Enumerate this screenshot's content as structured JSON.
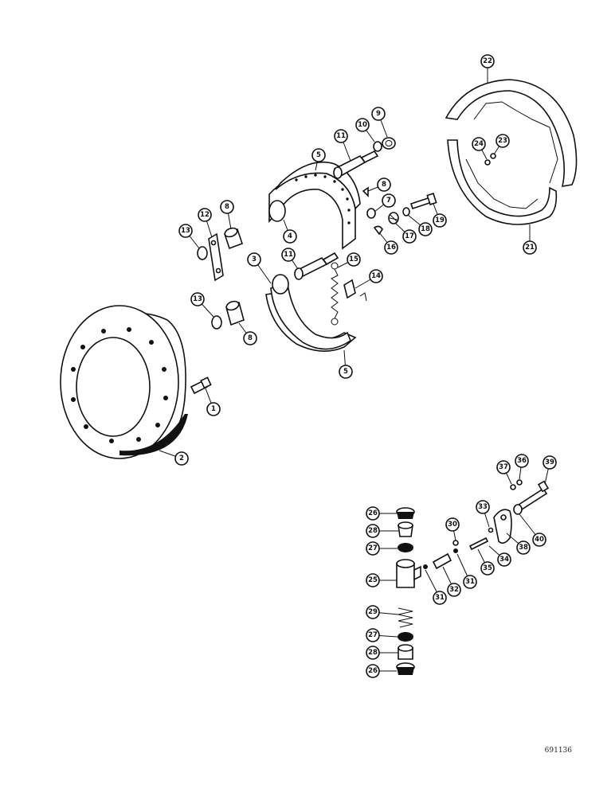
{
  "drawing_number": "691136",
  "callouts": [
    {
      "id": "c-22",
      "label": "22",
      "part": "dust-shield-upper"
    },
    {
      "id": "c-24",
      "label": "24",
      "part": "shield-nut"
    },
    {
      "id": "c-23",
      "label": "23",
      "part": "shield-bolt"
    },
    {
      "id": "c-21",
      "label": "21",
      "part": "dust-shield-lower"
    },
    {
      "id": "c-11a",
      "label": "11",
      "part": "anchor-pin-upper"
    },
    {
      "id": "c-10",
      "label": "10",
      "part": "washer"
    },
    {
      "id": "c-9",
      "label": "9",
      "part": "nut"
    },
    {
      "id": "c-5a",
      "label": "5",
      "part": "brake-lining-upper"
    },
    {
      "id": "c-8a",
      "label": "8",
      "part": "small-pin"
    },
    {
      "id": "c-7",
      "label": "7",
      "part": "adjuster-nut"
    },
    {
      "id": "c-19",
      "label": "19",
      "part": "adjuster-bolt"
    },
    {
      "id": "c-18",
      "label": "18",
      "part": "washer"
    },
    {
      "id": "c-17",
      "label": "17",
      "part": "adjuster-spring"
    },
    {
      "id": "c-16",
      "label": "16",
      "part": "clip"
    },
    {
      "id": "c-4",
      "label": "4",
      "part": "brake-shoe-upper"
    },
    {
      "id": "c-13a",
      "label": "13",
      "part": "seal-ring"
    },
    {
      "id": "c-12",
      "label": "12",
      "part": "link-plate"
    },
    {
      "id": "c-8b",
      "label": "8",
      "part": "bushing"
    },
    {
      "id": "c-3",
      "label": "3",
      "part": "brake-shoe-lower"
    },
    {
      "id": "c-11b",
      "label": "11",
      "part": "anchor-pin-lower"
    },
    {
      "id": "c-15",
      "label": "15",
      "part": "return-spring"
    },
    {
      "id": "c-14",
      "label": "14",
      "part": "spring-anchor"
    },
    {
      "id": "c-13b",
      "label": "13",
      "part": "seal-ring"
    },
    {
      "id": "c-8c",
      "label": "8",
      "part": "bushing"
    },
    {
      "id": "c-5b",
      "label": "5",
      "part": "brake-lining-lower"
    },
    {
      "id": "c-1",
      "label": "1",
      "part": "drum-bolt"
    },
    {
      "id": "c-2",
      "label": "2",
      "part": "brake-drum"
    },
    {
      "id": "c-26a",
      "label": "26",
      "part": "boot"
    },
    {
      "id": "c-28a",
      "label": "28",
      "part": "piston"
    },
    {
      "id": "c-27a",
      "label": "27",
      "part": "cup"
    },
    {
      "id": "c-25",
      "label": "25",
      "part": "wheel-cylinder"
    },
    {
      "id": "c-29",
      "label": "29",
      "part": "cylinder-spring"
    },
    {
      "id": "c-27b",
      "label": "27",
      "part": "cup"
    },
    {
      "id": "c-28b",
      "label": "28",
      "part": "piston"
    },
    {
      "id": "c-26b",
      "label": "26",
      "part": "boot"
    },
    {
      "id": "c-30a",
      "label": "30",
      "part": "bleeder-cap"
    },
    {
      "id": "c-31a",
      "label": "31",
      "part": "ball"
    },
    {
      "id": "c-32",
      "label": "32",
      "part": "bleeder-screw"
    },
    {
      "id": "c-31b",
      "label": "31",
      "part": "ball"
    },
    {
      "id": "c-33",
      "label": "33",
      "part": "pin"
    },
    {
      "id": "c-34",
      "label": "34",
      "part": "spring-pin"
    },
    {
      "id": "c-35",
      "label": "35",
      "part": "eccentric"
    },
    {
      "id": "c-37",
      "label": "37",
      "part": "lock-washer"
    },
    {
      "id": "c-36",
      "label": "36",
      "part": "nut"
    },
    {
      "id": "c-39",
      "label": "39",
      "part": "cam-bolt"
    },
    {
      "id": "c-38",
      "label": "38",
      "part": "cam-plate"
    },
    {
      "id": "c-40",
      "label": "40",
      "part": "washer"
    }
  ]
}
